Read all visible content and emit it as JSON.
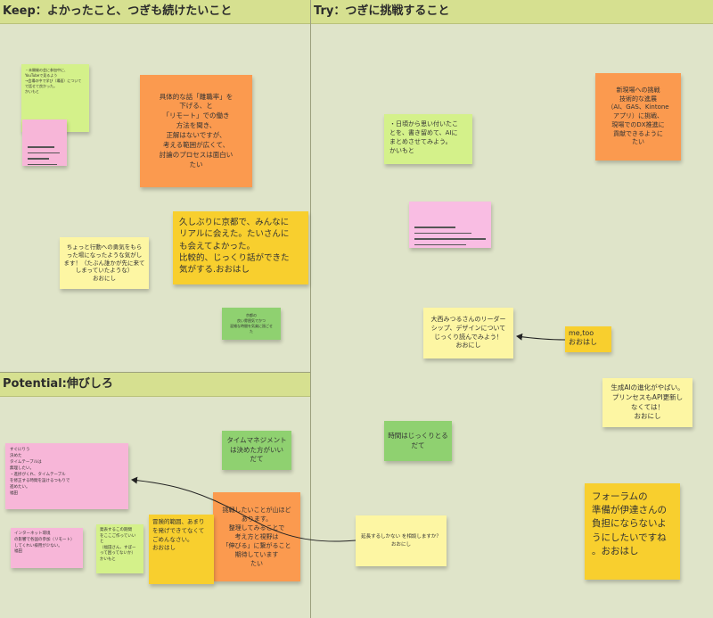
{
  "sections": {
    "keep": "Keep：よかったこと、つぎも続けたいこと",
    "try": "Try：つぎに挑戦すること",
    "potential": "Potential:伸びしろ"
  },
  "colors": {
    "yellow": "#fdf6a3",
    "light_green": "#d4f18a",
    "orange": "#fb9a4f",
    "pink": "#f9bde3",
    "gold": "#f8cf2e",
    "green": "#8fd170"
  },
  "notes": {
    "keep_small_green": "・未開催の会に参加中に、\nYouTubeで見るよう\n→会場の中で学び（場面）について\nで話せて良かった。\nかいもと",
    "keep_orange": "具体的な話「離職率」を\n下げる、と\n「リモート」での働き\n方法を聞き、\n正解はないですが、\n考える範囲が広くて、\n討論のプロセスは面白い\nたい",
    "keep_gold": "久しぶりに京都で、みんなに\nリアルに会えた。たいさんに\nも会えてよかった。\n比較的、じっくり話ができた\n気がする.おおはし",
    "keep_yellow": "ちょっと行動への勇気をもら\nった場になったような気がし\nます！（たぶん誰かが先に来て\nしまっていたような）\nおおにし",
    "keep_small_green2": "京都の\n良い雰囲気でかつ\n混雑な時間を気楽に過ごせ\nた",
    "try_light_green": "・日頃から思い付いたこ\nとを、書き留めて、AIに\nまとめさせてみよう。\nかいもと",
    "try_orange": "新現場への挑戦\n技術的な進展\n（AI、GAS、Kintone\nアプリ）に挑戦、\n現場でのDX推進に\n貢献できるように\nたい",
    "try_yellow_onishi": "大西みつるさんのリーダー\nシップ、デザインについて\nじっくり読んでみよう！\nおおにし",
    "try_metoo": "me,too\nおおはし",
    "try_yellow_ai": "生成AIの進化がやばい。\nプリンセスもAPI更新し\nなくては！\nおおにし",
    "try_green_time": "時間はじっくりとる\nだて",
    "try_yellow_question": "延長するしかない を相談しますか？\nおおにし",
    "try_gold_forum": "フォーラムの\n準備が伊達さんの\n負担にならないよ\nうにしたいですね\n。おおはし",
    "pot_pink": "すぐにりう\n決めた\nタイムテーブルは\n無理したい。\n・進捗がくれ、タイムテーブル\nを修正する時間を設けるつもりで\n進めたい。\n福田",
    "pot_green_timemgmt": "タイムマネジメント\nは決めた方がいい\nだて",
    "pot_orange": "挑戦したいことが山ほど\nあります。\n整理してみることで\n考え方と視野は\n「伸びる」に繋がること\n期待しています\nたい",
    "pot_pink_internet": "インターネット環境\nの影響で各国の参加（リモート）\nしてくれい様用が少ない。\n福田",
    "pot_light_green": "発表するこの期間\nをここご作っていい\nと\n（福田さん、すぼー\nって困ってないか）\nかいもと",
    "pot_gold": "冒険的範囲、あまり\nを発げできてなくて\nごめんなさい。\nおおはし"
  }
}
